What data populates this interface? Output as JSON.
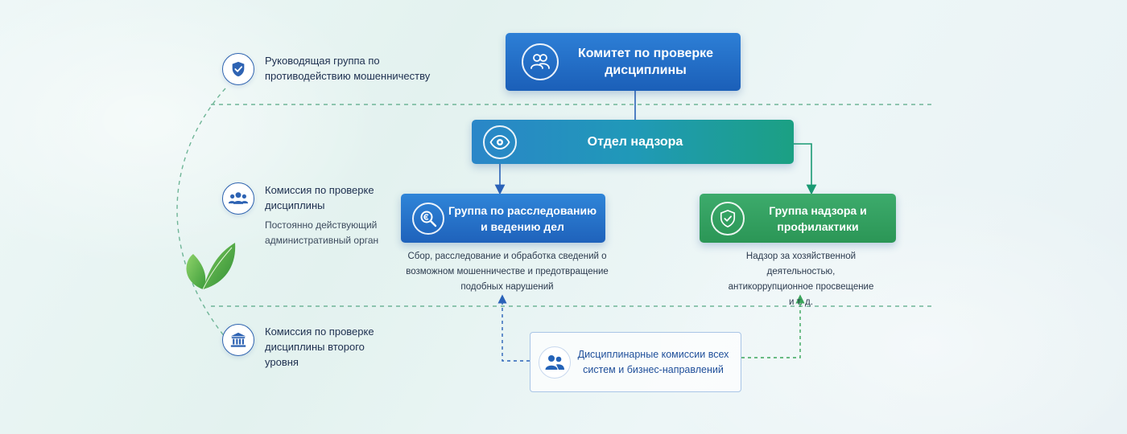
{
  "legend": {
    "items": [
      {
        "icon": "shield-check-icon",
        "title": "Руководящая группа по противодействию мошенничеству",
        "subtitle": ""
      },
      {
        "icon": "people-group-icon",
        "title": "Комиссия по проверке дисциплины",
        "subtitle": "Постоянно действующий административный орган"
      },
      {
        "icon": "institution-icon",
        "title": "Комиссия по проверке дисциплины второго уровня",
        "subtitle": ""
      }
    ]
  },
  "nodes": {
    "committee": {
      "label": "Комитет по проверке дисциплины",
      "icon": "people-icon"
    },
    "oversight": {
      "label": "Отдел надзора",
      "icon": "eye-icon"
    },
    "investigation": {
      "label": "Группа по расследованию и ведению дел",
      "icon": "search-icon",
      "description": "Сбор, расследование и обработка сведений о возможном мошенничестве и предотвращение подобных нарушений"
    },
    "prevention": {
      "label": "Группа надзора и профилактики",
      "icon": "shield-check-icon",
      "description": "Надзор за хозяйственной деятельностью, антикоррупционное просвещение и т. д."
    },
    "commissions": {
      "label": "Дисциплинарные комиссии всех систем и бизнес-направлений",
      "icon": "people-icon"
    }
  },
  "colors": {
    "blue": "#1f62bb",
    "teal": "#1ba083",
    "green": "#2b9656",
    "dashed": "#6fb597",
    "leaf": "#5fb34a"
  }
}
